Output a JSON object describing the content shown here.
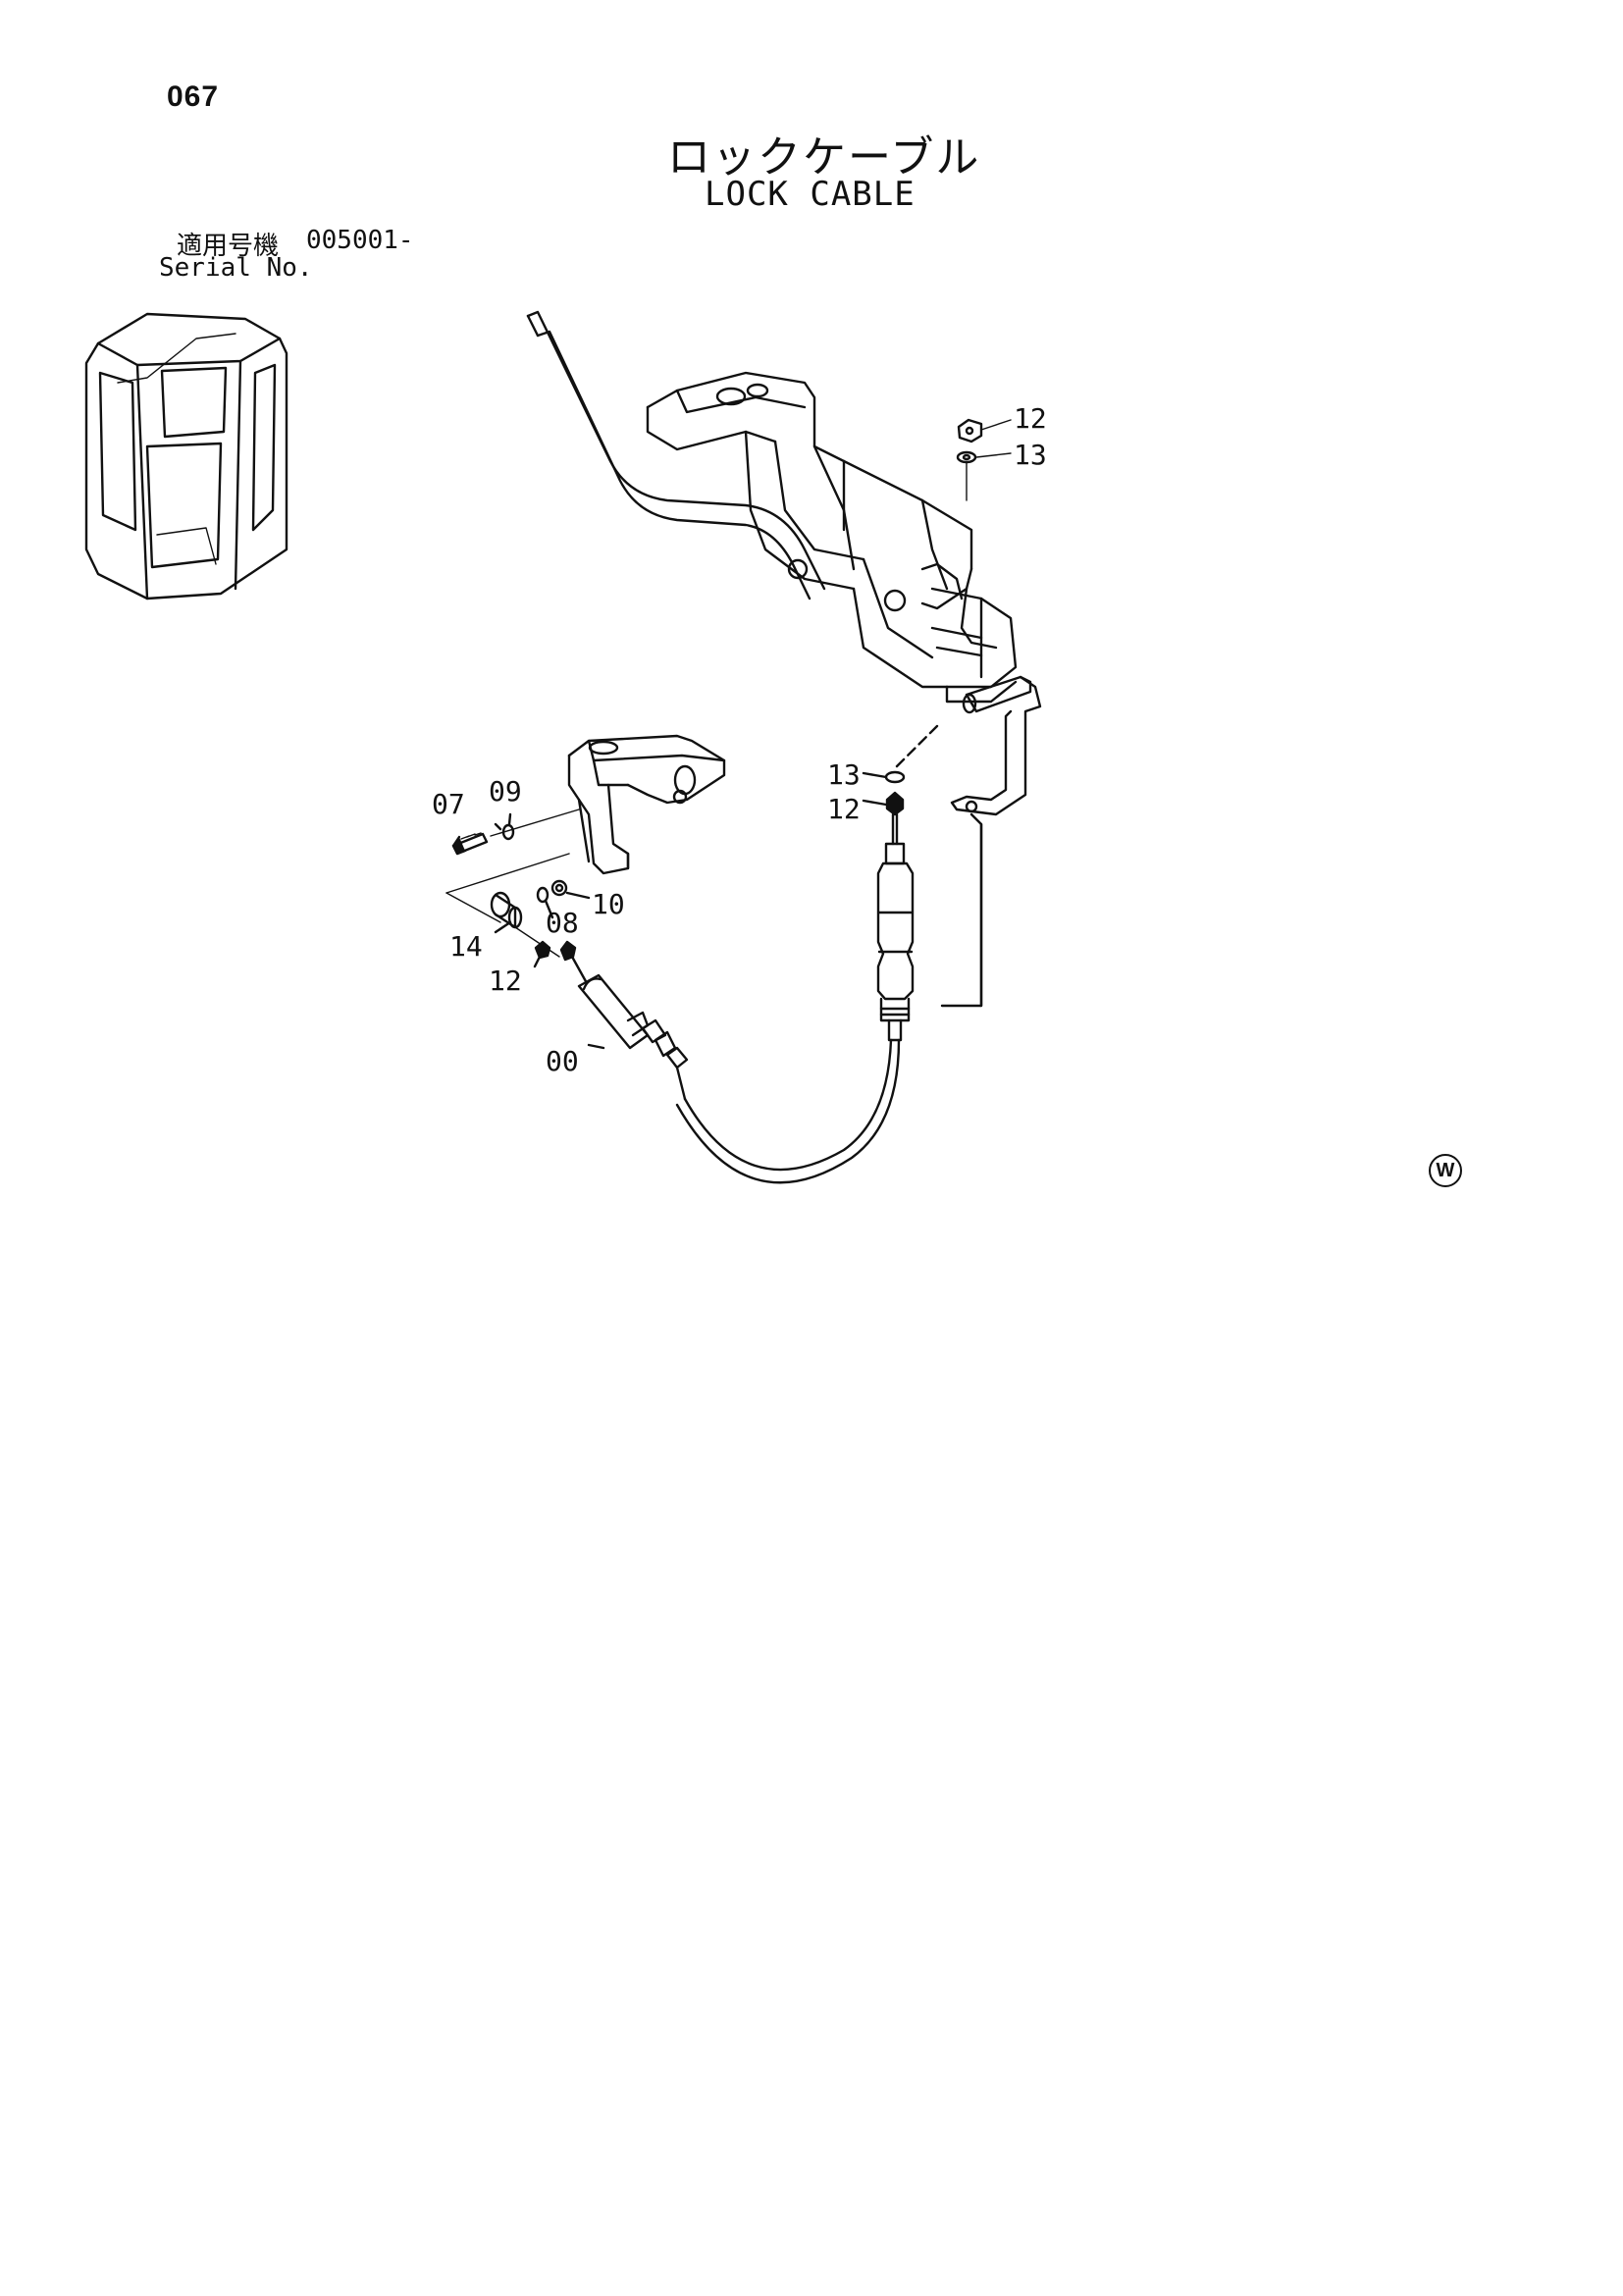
{
  "header": {
    "page_number": "067",
    "title_ja": "ロックケーブル",
    "title_en": "LOCK CABLE",
    "serial_label_ja": "適用号機",
    "serial_value": "005001-",
    "serial_label_en": "Serial No."
  },
  "callouts": {
    "c12_top": "12",
    "c13_top": "13",
    "c13_mid": "13",
    "c12_mid": "12",
    "c07": "07",
    "c09": "09",
    "c10": "10",
    "c08": "08",
    "c14": "14",
    "c12_low": "12",
    "c00": "00"
  },
  "watermark": "W"
}
